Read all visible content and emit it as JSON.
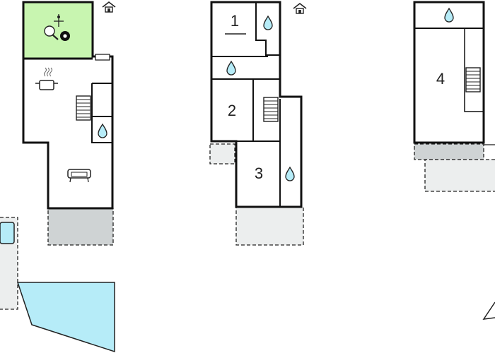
{
  "floorplan": {
    "room_labels": {
      "room_1": "1",
      "room_2": "2",
      "room_3": "3",
      "room_4": "4"
    },
    "icons": {
      "entrance": "house-entrance-icon",
      "games": "table-tennis-billiards-icon",
      "kitchen": "cooking-pot-icon",
      "living": "sofa-icon",
      "bathroom": "water-drop-icon",
      "stairs": "staircase-icon",
      "compass": "north-arrow-icon"
    },
    "colors": {
      "wall": "#111111",
      "games_room": "#c8f5b0",
      "terrace": "#cfd3d4",
      "outdoor": "#eceeee",
      "pool": "#b6ecf8",
      "water": "#b6ecf8"
    }
  }
}
